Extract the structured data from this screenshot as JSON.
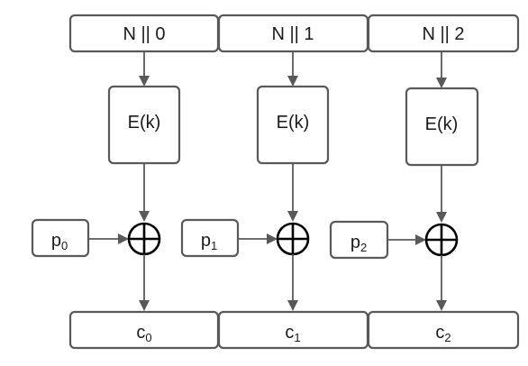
{
  "counters": [
    {
      "label": "N || 0"
    },
    {
      "label": "N || 1"
    },
    {
      "label": "N || 2"
    }
  ],
  "encryptors": [
    {
      "label": "E(k)"
    },
    {
      "label": "E(k)"
    },
    {
      "label": "E(k)"
    }
  ],
  "plaintexts": [
    {
      "base": "p",
      "sub": "0"
    },
    {
      "base": "p",
      "sub": "1"
    },
    {
      "base": "p",
      "sub": "2"
    }
  ],
  "ciphertexts": [
    {
      "base": "c",
      "sub": "0"
    },
    {
      "base": "c",
      "sub": "1"
    },
    {
      "base": "c",
      "sub": "2"
    }
  ]
}
